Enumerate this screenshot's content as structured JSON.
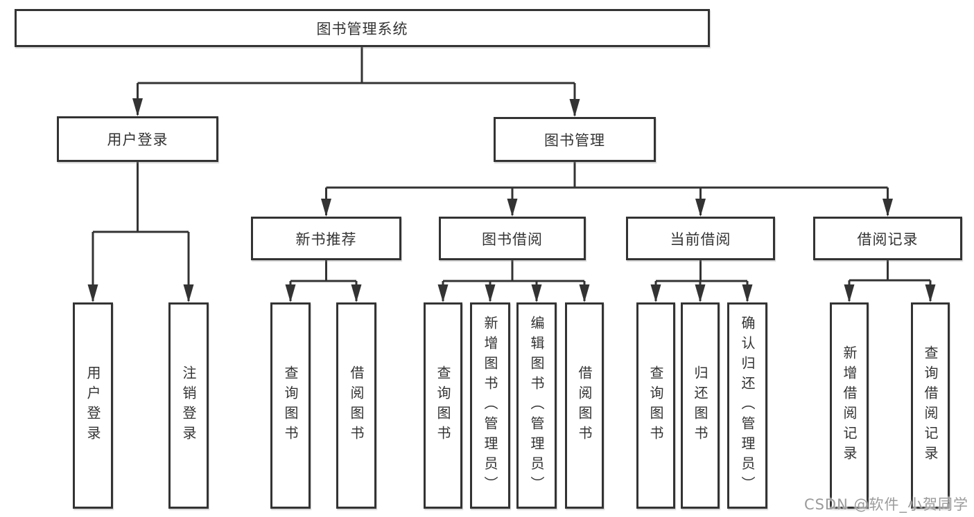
{
  "diagram": {
    "root": {
      "label": "图书管理系统"
    },
    "level2": [
      {
        "id": "user-login",
        "label": "用户登录"
      },
      {
        "id": "book-mgmt",
        "label": "图书管理"
      }
    ],
    "level3": [
      {
        "id": "new-books",
        "label": "新书推荐"
      },
      {
        "id": "book-borrow",
        "label": "图书借阅"
      },
      {
        "id": "current-borrow",
        "label": "当前借阅"
      },
      {
        "id": "borrow-records",
        "label": "借阅记录"
      }
    ],
    "leaves": [
      {
        "id": "user-login-login",
        "label": "用户登录"
      },
      {
        "id": "user-login-logout",
        "label": "注销登录"
      },
      {
        "id": "new-books-query",
        "label": "查询图书"
      },
      {
        "id": "new-books-borrow",
        "label": "借阅图书"
      },
      {
        "id": "borrow-query",
        "label": "查询图书"
      },
      {
        "id": "borrow-add",
        "label": "新增图书（管理员）"
      },
      {
        "id": "borrow-edit",
        "label": "编辑图书（管理员）"
      },
      {
        "id": "borrow-borrow",
        "label": "借阅图书"
      },
      {
        "id": "current-query",
        "label": "查询图书"
      },
      {
        "id": "current-return",
        "label": "归还图书"
      },
      {
        "id": "current-confirm",
        "label": "确认归还（管理员）"
      },
      {
        "id": "records-add",
        "label": "新增借阅记录"
      },
      {
        "id": "records-query",
        "label": "查询借阅记录"
      }
    ],
    "watermark": "CSDN @软件_小贺同学"
  },
  "colors": {
    "line": "#333333",
    "text": "#333333",
    "box_background": "#ffffff",
    "watermark": "#9b9b9b",
    "background": "#ffffff"
  }
}
